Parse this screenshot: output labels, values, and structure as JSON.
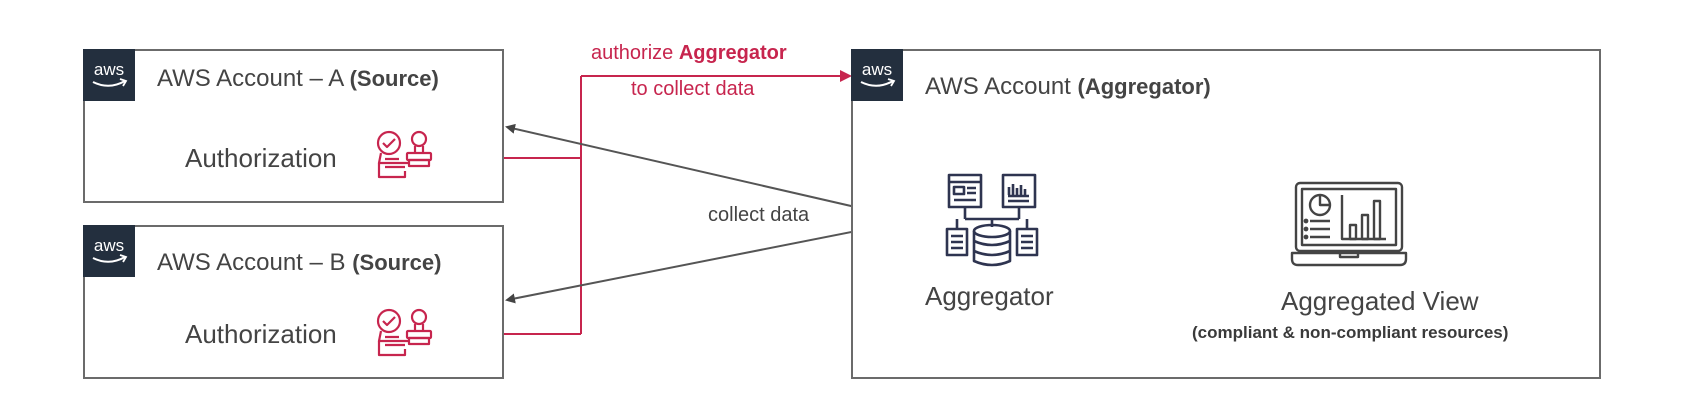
{
  "source_accounts": [
    {
      "title_main": "AWS Account – A ",
      "title_bold": "(Source)",
      "logo_text": "aws",
      "authorization_label": "Authorization",
      "icon": "authorization-stamp-icon"
    },
    {
      "title_main": "AWS Account – B ",
      "title_bold": "(Source)",
      "logo_text": "aws",
      "authorization_label": "Authorization",
      "icon": "authorization-stamp-icon"
    }
  ],
  "aggregator_account": {
    "title_main": "AWS Account ",
    "title_bold": "(Aggregator)",
    "logo_text": "aws",
    "aggregator_label": "Aggregator",
    "aggregator_icon": "aggregator-database-icon",
    "view_label": "Aggregated View",
    "view_sublabel": "(compliant & non-compliant resources)",
    "view_icon": "laptop-dashboard-icon"
  },
  "edges": {
    "authorize_line1_prefix": "authorize ",
    "authorize_line1_bold": "Aggregator",
    "authorize_line2": "to collect data",
    "collect_label": "collect data"
  },
  "colors": {
    "accent_red": "#c7254e",
    "line_gray": "#555555",
    "aws_dark": "#232f3e",
    "icon_navy": "#2e3450"
  }
}
